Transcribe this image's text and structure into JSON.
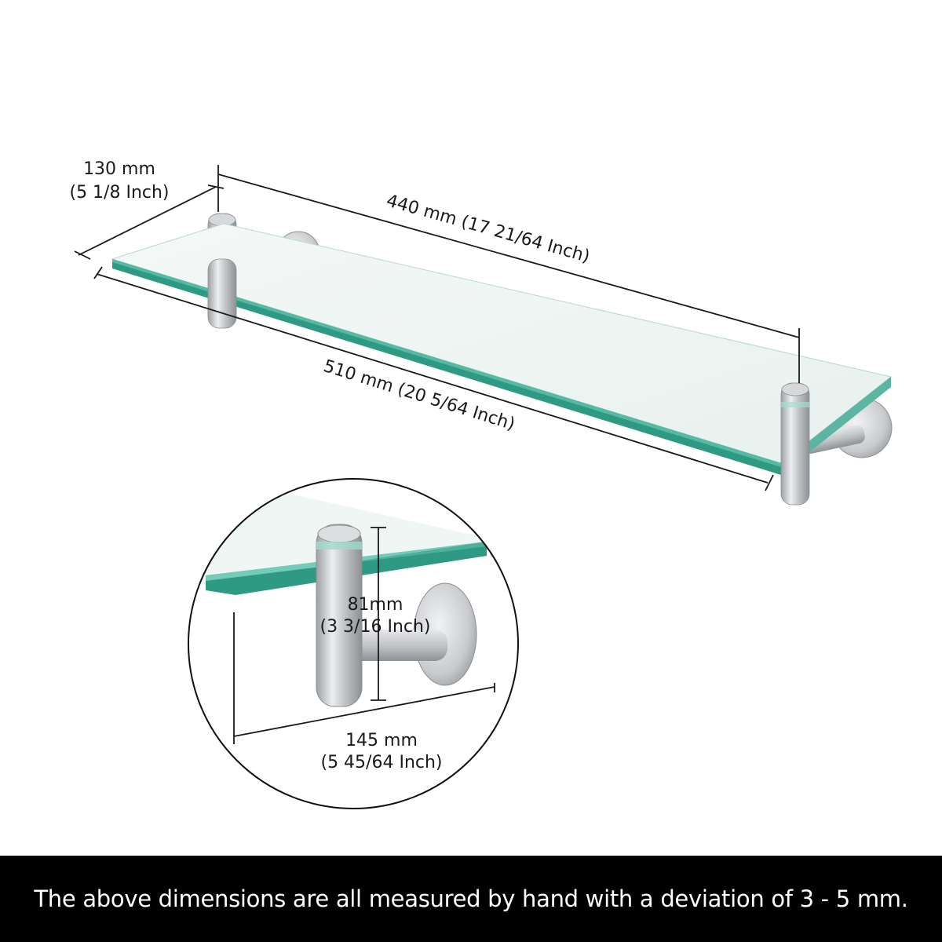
{
  "dimensions": {
    "depth": {
      "mm": "130 mm",
      "inch": "(5 1/8 Inch)"
    },
    "bracket_spacing": {
      "label": "440 mm (17 21/64 Inch)"
    },
    "length": {
      "label": "510 mm (20 5/64 Inch)"
    },
    "height": {
      "mm": "81mm",
      "inch": "(3 3/16 Inch)"
    },
    "projection": {
      "mm": "145 mm",
      "inch": "(5 45/64 Inch)"
    }
  },
  "footer": {
    "note": "The above dimensions are all measured by hand with a deviation of 3 - 5 mm."
  },
  "colors": {
    "glass_edge": "#2f9a84",
    "glass_top": "#eef5f3",
    "metal": "#c9cbcd",
    "footer_bg": "#000000",
    "footer_text": "#ffffff"
  }
}
